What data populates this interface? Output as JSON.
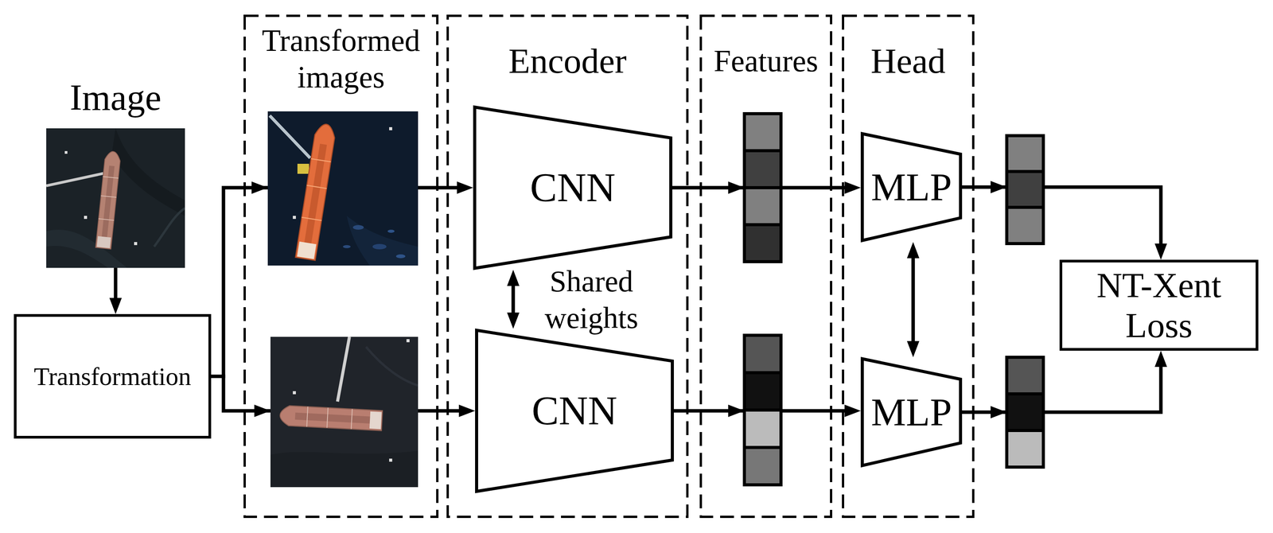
{
  "diagram": {
    "nodes": [
      {
        "text": [
          "Image"
        ]
      },
      {
        "text": [
          "Transformation"
        ]
      },
      {
        "text": [
          "Transformed images"
        ]
      },
      {
        "text": [
          "Encoder"
        ]
      },
      {
        "text": [
          "CNN"
        ],
        "in": 3
      },
      {
        "text": [
          "CNN"
        ],
        "in": 3
      },
      {
        "text": [
          "Features"
        ]
      },
      {
        "text": [
          "Head"
        ]
      },
      {
        "text": [
          "MLP"
        ],
        "in": 7
      },
      {
        "text": [
          "MLP"
        ],
        "in": 7
      },
      {
        "text": [
          "NT-Xent Loss"
        ]
      }
    ],
    "edges": [
      {
        "from": 0,
        "to": 1,
        "arrow": "to"
      },
      {
        "from": 1,
        "to": 4,
        "arrow": "to"
      },
      {
        "from": 1,
        "to": 5,
        "arrow": "to"
      },
      {
        "from": 4,
        "to": 5,
        "label": "Shared weights",
        "arrow": "both"
      },
      {
        "from": 4,
        "to": 8,
        "arrow": "to"
      },
      {
        "from": 5,
        "to": 9,
        "arrow": "to"
      },
      {
        "from": 8,
        "to": 9,
        "arrow": "both"
      },
      {
        "from": 8,
        "to": 10,
        "arrow": "to"
      },
      {
        "from": 9,
        "to": 10,
        "arrow": "to"
      }
    ]
  }
}
